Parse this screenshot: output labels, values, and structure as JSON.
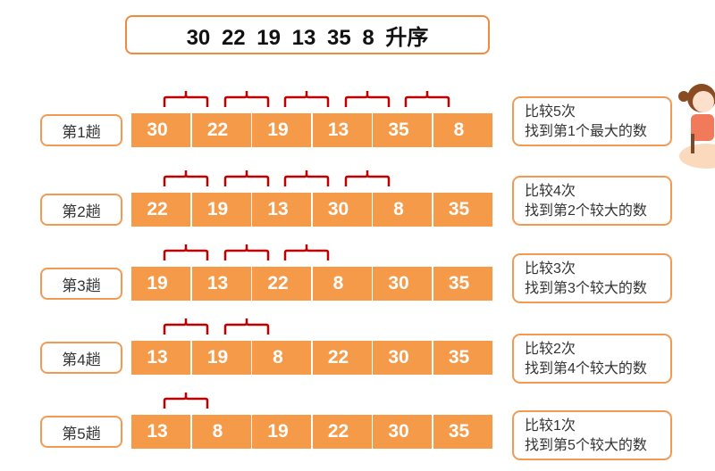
{
  "title": "30  22  19  13  35  8  升序",
  "passes": [
    {
      "label": "第1趟",
      "values": [
        "30",
        "22",
        "19",
        "13",
        "35",
        "8"
      ],
      "brackets": 5,
      "note1": "比较5次",
      "note2": "找到第1个最大的数"
    },
    {
      "label": "第2趟",
      "values": [
        "22",
        "19",
        "13",
        "30",
        "8",
        "35"
      ],
      "brackets": 4,
      "note1": "比较4次",
      "note2": "找到第2个较大的数"
    },
    {
      "label": "第3趟",
      "values": [
        "19",
        "13",
        "22",
        "8",
        "30",
        "35"
      ],
      "brackets": 3,
      "note1": "比较3次",
      "note2": "找到第3个较大的数"
    },
    {
      "label": "第4趟",
      "values": [
        "13",
        "19",
        "8",
        "22",
        "30",
        "35"
      ],
      "brackets": 2,
      "note1": "比较2次",
      "note2": "找到第4个较大的数"
    },
    {
      "label": "第5趟",
      "values": [
        "13",
        "8",
        "19",
        "22",
        "30",
        "35"
      ],
      "brackets": 1,
      "note1": "比较1次",
      "note2": "找到第5个较大的数"
    }
  ],
  "colors": {
    "cell": "#f59a48",
    "bracket": "#c00000",
    "border": "#f39a52"
  }
}
